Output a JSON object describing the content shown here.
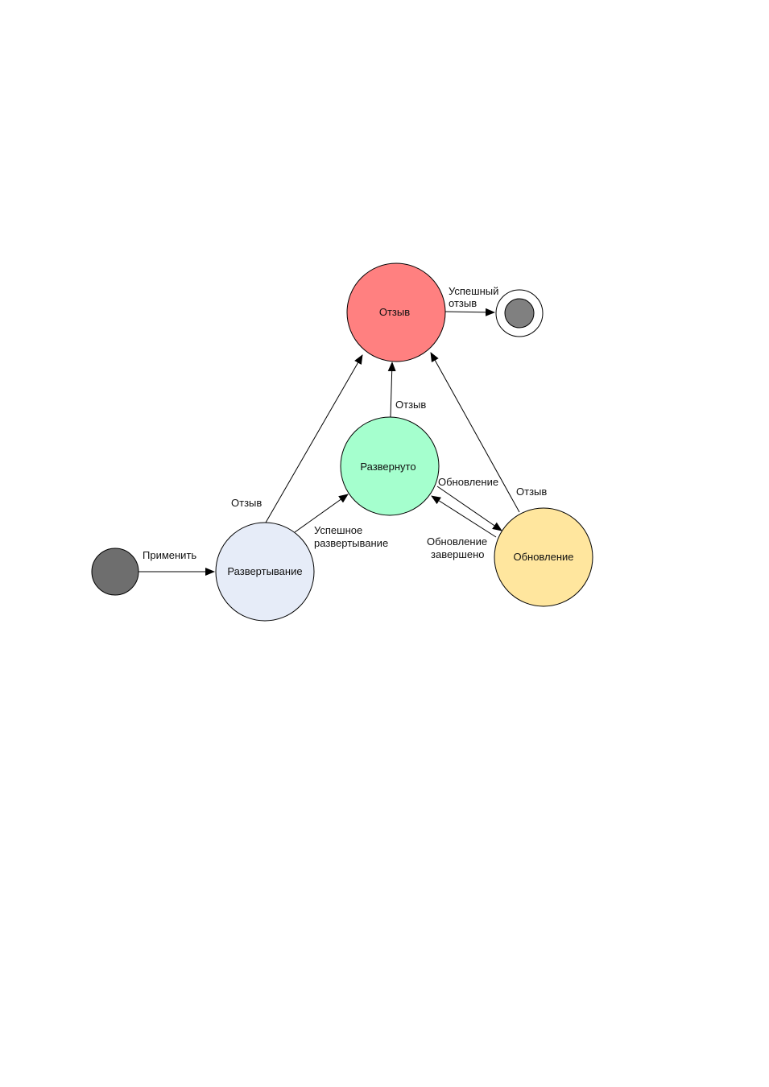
{
  "states": {
    "recall": {
      "label": "Отзыв",
      "fill": "#FF8080"
    },
    "deployed": {
      "label": "Развернуто",
      "fill": "#A5FFCE"
    },
    "deploying": {
      "label": "Развертывание",
      "fill": "#E6ECF8"
    },
    "updating": {
      "label": "Обновление",
      "fill": "#FFE69E"
    },
    "initial": {
      "fill": "#6E6E6E"
    },
    "final": {
      "fill": "#808080"
    }
  },
  "transitions": {
    "apply": {
      "label": "Применить"
    },
    "deploying_to_recall": {
      "label": "Отзыв"
    },
    "deploy_success": {
      "line1": "Успешное",
      "line2": "развертывание"
    },
    "deployed_to_recall": {
      "label": "Отзыв"
    },
    "updating_to_recall": {
      "label": "Отзыв"
    },
    "update": {
      "label": "Обновление"
    },
    "update_done": {
      "line1": "Обновление",
      "line2": "завершено"
    },
    "recall_success": {
      "line1": "Успешный",
      "line2": "отзыв"
    }
  }
}
